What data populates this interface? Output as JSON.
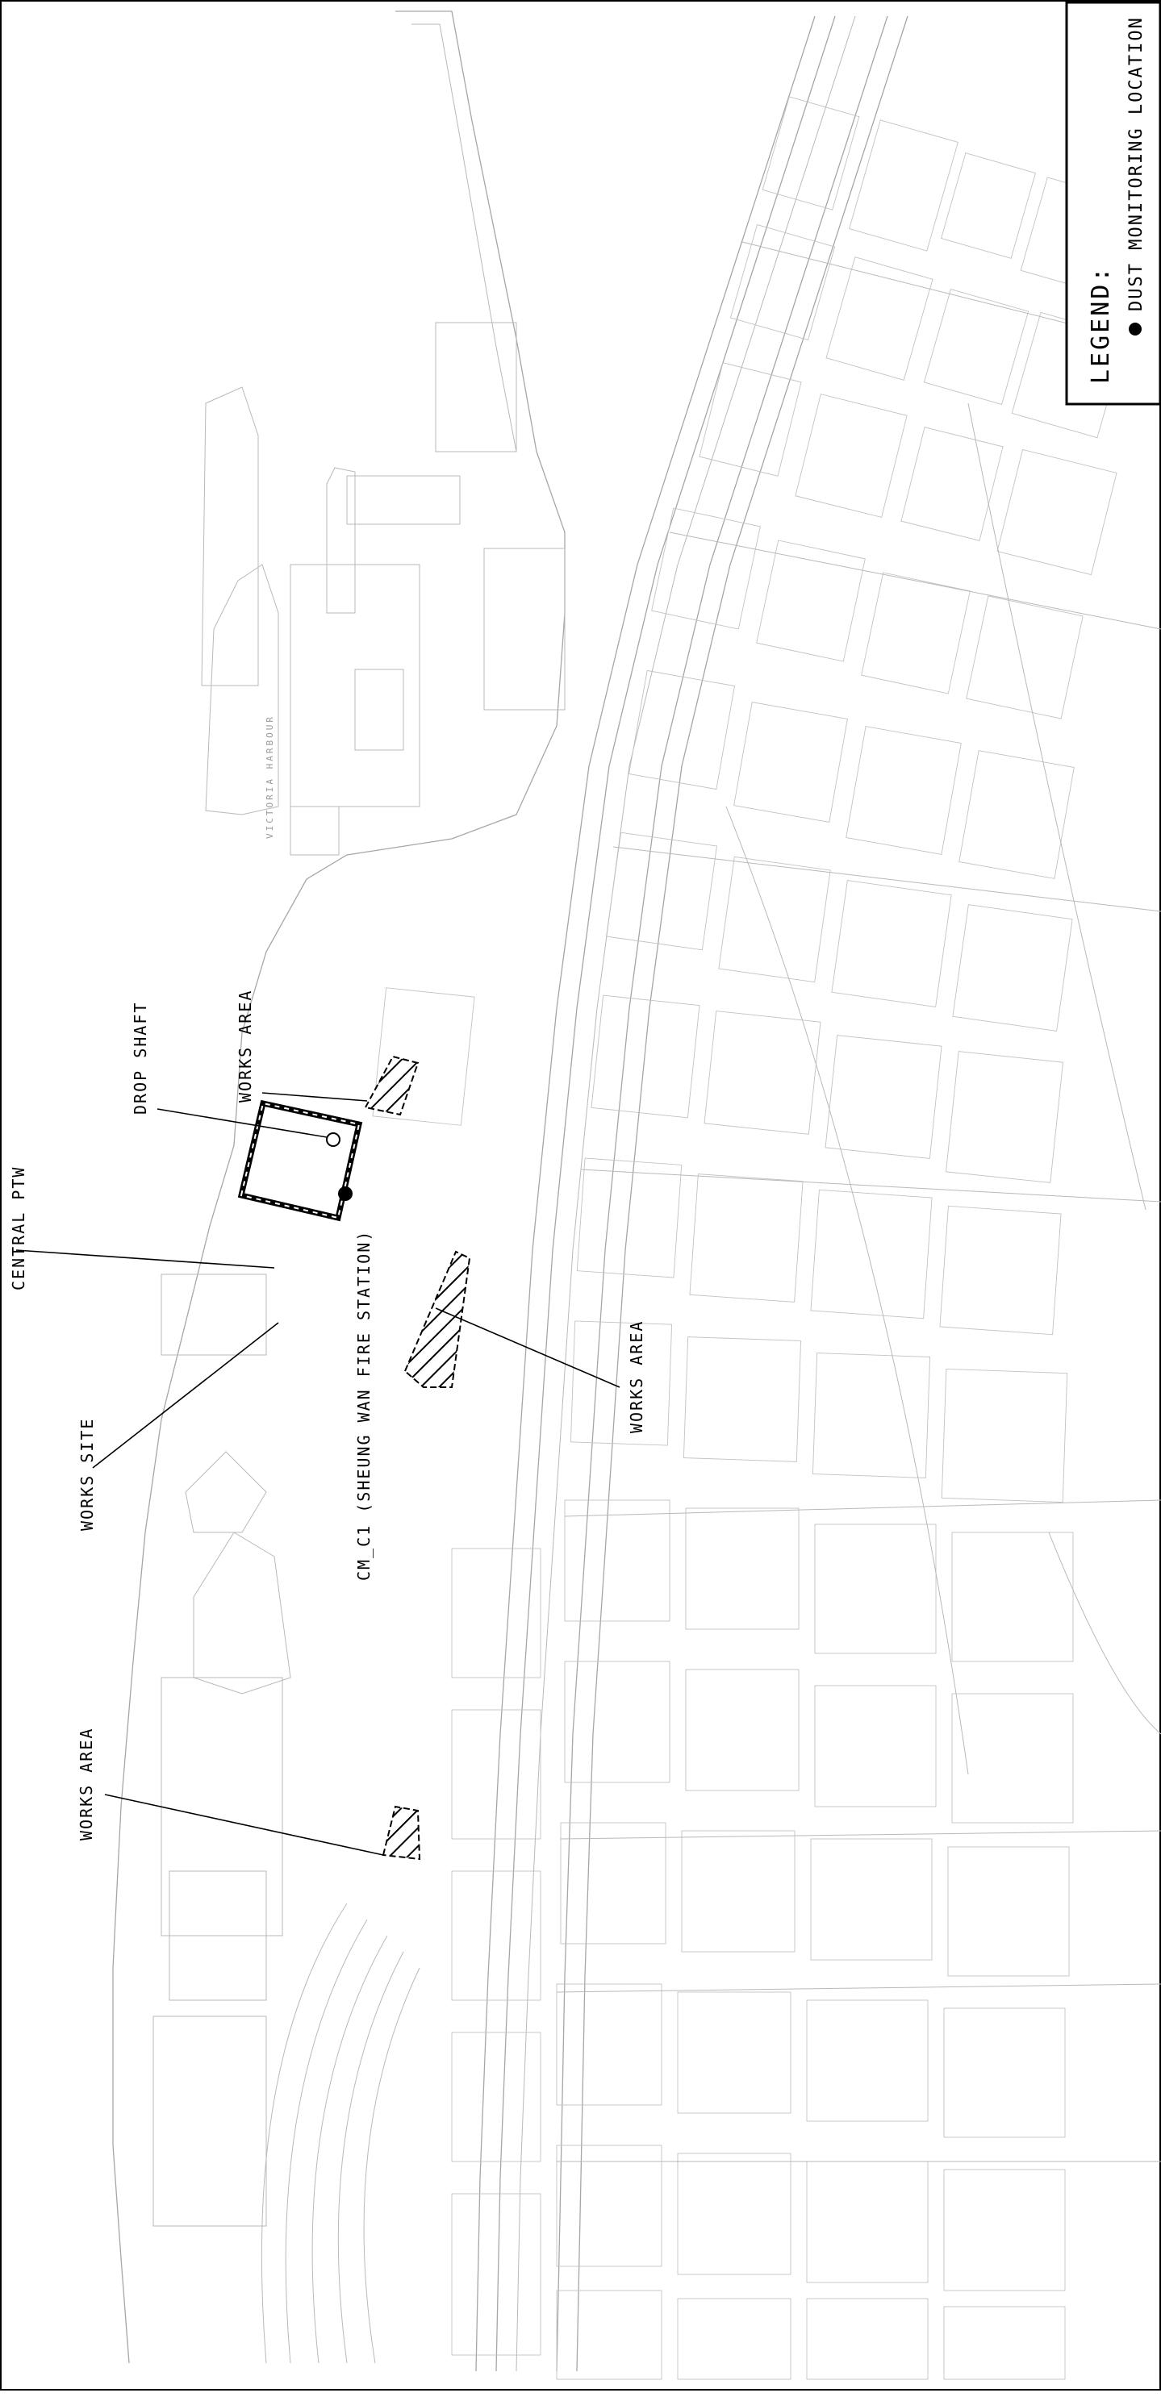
{
  "map": {
    "water_label": "VICTORIA HARBOUR"
  },
  "legend": {
    "title": "LEGEND:",
    "item_label": "DUST MONITORING LOCATION",
    "marker_color": "#000000"
  },
  "annotations": {
    "central_ptw": "CENTRAL PTW",
    "drop_shaft": "DROP SHAFT",
    "works_area_upper": "WORKS AREA",
    "works_site": "WORKS SITE",
    "monitoring_station": "CM_C1 (SHEUNG WAN FIRE STATION)",
    "works_area_road": "WORKS AREA",
    "works_area_lower": "WORKS AREA"
  },
  "colors": {
    "linework": "#b9b9b9",
    "annotation": "#000000",
    "background": "#ffffff"
  }
}
